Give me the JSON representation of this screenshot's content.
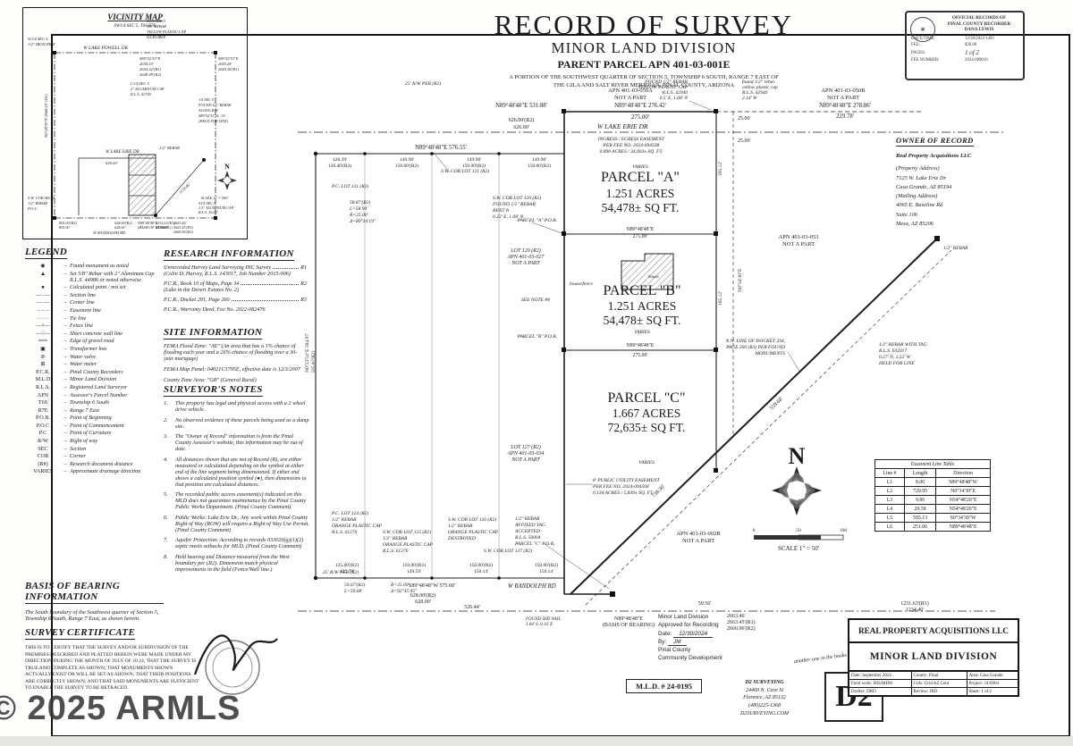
{
  "watermark": "© 2025 ARMLS",
  "title_block": {
    "line1": "RECORD OF SURVEY",
    "line2": "MINOR LAND DIVISION",
    "line3": "PARENT PARCEL APN 401-03-001E",
    "line4": "A PORTION OF THE SOUTHWEST QUARTER OF SECTION 5, TOWNSHIP 6 SOUTH, RANGE 7 EAST OF",
    "line5": "THE GILA AND SALT RIVER MERIDIAN, PINAL COUNTY, ARIZONA"
  },
  "recorder_stamp": {
    "line1": "OFFICIAL RECORDS OF",
    "line2": "PINAL COUNTY RECORDER",
    "line3": "DANA LEWIS",
    "rows": [
      {
        "label": "DATE/TIME:",
        "value": "12/30/2024 1403"
      },
      {
        "label": "FEE:",
        "value": "$30.00"
      },
      {
        "label": "PAGES:",
        "value": "1 of 2"
      },
      {
        "label": "FEE NUMBER:",
        "value": "2024-089016"
      }
    ]
  },
  "vicinity": {
    "title": "VICINITY MAP",
    "subtitle": "SW1/4 SEC 5, T6S R7E",
    "road_top": "W LAKE POWELL DR",
    "road_mid": "W LAKE ERIE DR",
    "road_bottom": "W RANDOLPH RD",
    "corner_nw": [
      "W1/4 SEC 5",
      "1/2\" IRON PIPE"
    ],
    "corner_n": [
      "N1/4 SEC 5",
      "5/8\" REBAR",
      "YELLOW PLASTIC CAP",
      "ILLEGIBLE"
    ],
    "corner_c": [
      "C1/4 SEC 5",
      "2\" ALUMINUM CAP",
      "R.L.S. 41758"
    ],
    "corner_e": [
      "1/4 SEC 5",
      "FOUND 1/2\" REBAR",
      "ALONG R/W",
      "S89°52'53\"W, .15'",
      "(HELD FOR LINE)"
    ],
    "corner_sw": [
      "S.W. COR SEC 5",
      "1/2\" REBAR",
      "P.O.C."
    ],
    "corner_s": [
      "S1/4 SEC 5",
      "1.5\" ALUMINUM CAP",
      "R.L.S. 16257"
    ],
    "rebar": "1/2\" REBAR",
    "dim_tl": [
      "S89°52'53\"E",
      "2654.53'",
      "2654.52'(R1)",
      "2649.49'(R2)"
    ],
    "dim_tr": [
      "S89°52'53\"E",
      "2645.28'",
      "2645.38'(R1)"
    ],
    "dim_left": "N0°24'39\"E  2668.15' (R1)",
    "dim_626": "626.00'",
    "dim_805": [
      "805.00'(R2)",
      "805.00'"
    ],
    "dim_628": [
      "628.00'(R2)",
      "628.00'"
    ],
    "dim_basis": [
      "N89°48'48\"E",
      "(BASIS OF BEARING)"
    ],
    "dim_2663": [
      "2663.46'",
      "2663.45'(R1)",
      "2660.96'(R2)"
    ],
    "dim_1231": [
      "1231.63'(R1)",
      "1234.46'"
    ],
    "dim_diag": "1178.06'",
    "north": "N",
    "scale": "SCALE 1\" = 500'"
  },
  "legend": {
    "title": "LEGEND",
    "items": [
      [
        "◉",
        "Found monument as noted"
      ],
      [
        "▲",
        "Set 5/8\" Rebar with 2\" Aluminum Cap R.L.S. 44986 or noted otherwise"
      ],
      [
        "●",
        "Calculated point / not set"
      ],
      [
        "—··—",
        "Section line"
      ],
      [
        "—·—",
        "Center line"
      ],
      [
        "– – –",
        "Easement line"
      ],
      [
        "·······",
        "Tie line"
      ],
      [
        "—×—",
        "Fence line"
      ],
      [
        "—○—",
        "Short concrete wall line"
      ],
      [
        "≈≈≈",
        "Edge of gravel road"
      ],
      [
        "▣",
        "Transformer box"
      ],
      [
        "⊘",
        "Water valve"
      ],
      [
        "⊞",
        "Water meter"
      ],
      [
        "P.C.R.",
        "Pinal County Recorders"
      ],
      [
        "M.L.D",
        "Minor Land Division"
      ],
      [
        "R.L.S.",
        "Registered Land Surveyor"
      ],
      [
        "APN",
        "Assessor's Parcel Number"
      ],
      [
        "T6S",
        "Township 6 South"
      ],
      [
        "R7E",
        "Range 7 East"
      ],
      [
        "P.O.B.",
        "Point of Beginning"
      ],
      [
        "P.O.C",
        "Point of Commencement"
      ],
      [
        "P.C",
        "Point of Curvature"
      ],
      [
        "R/W",
        "Right of way"
      ],
      [
        "SEC",
        "Section"
      ],
      [
        "COR",
        "Corner"
      ],
      [
        "(R#)",
        "Research document distance"
      ],
      [
        "VARIES",
        "Approximate drainage direction"
      ]
    ]
  },
  "research": {
    "title": "RESEARCH INFORMATION",
    "items": [
      {
        "text": "Unrecorded Harvey Land Surveying INC Survey",
        "ref": "R1",
        "sub": "(Colin D. Harvey, R.L.S. 143017, Job Number 2015-006)"
      },
      {
        "text": "P.C.R., Book 10 of Maps, Page 34",
        "ref": "R2",
        "sub": "(Lake in the Desert Estates No. 2)"
      },
      {
        "text": "P.C.R., Docket 291, Page 260",
        "ref": "R3",
        "sub": ""
      },
      {
        "text": "P.C.R., Warranty Deed, Fee No. 2022-082476",
        "ref": "",
        "sub": ""
      }
    ]
  },
  "site": {
    "title": "SITE INFORMATION",
    "lines": [
      "FEMA Flood Zone: \"AE\" (An area that has a 1% chance of flooding each year and a 26% chance of flooding over a 30-year mortgage)",
      "FEMA Map Panel: 04021C1795E, effective date is 12/3/2007",
      "County Zone Area: \"GR\" (General Rural)"
    ]
  },
  "notes": {
    "title": "SURVEYOR'S NOTES",
    "items": [
      {
        "n": "1.",
        "t": "This property has legal and physical access with a 2 wheel drive vehicle."
      },
      {
        "n": "2.",
        "t": "No observed evidence of these parcels being used as a dump site."
      },
      {
        "n": "3.",
        "t": "The \"Owner of Record\" information is from the Pinal County Assessor's website, this information may be out of date."
      },
      {
        "n": "4.",
        "t": "All distances shown that are not of Record (R), are either measured or calculated depending on the symbol at either end of the line segment being dimensioned. If either end shows a calculated position symbol (●), then dimensions to that position are calculated distances."
      },
      {
        "n": "5.",
        "t": "The recorded public access easement(s) indicated on this MLD does not guarantee maintenance by the Pinal County Public Works Department. (Pinal County Comment)"
      },
      {
        "n": "6.",
        "t": "Public Works: Lake Erie Dr., Any work within Pinal County Right of Way (ROW) will require a Right of Way Use Permit. (Pinal County Comment)"
      },
      {
        "n": "7.",
        "t": "Aquifer Protection: According to records 033020(g)(1)(2) septic meets setbacks for MLD. (Pinal County Comment)"
      },
      {
        "n": "8.",
        "t": "Held bearing and Distance measured from the West boundary per (R2). Dimension match physical improvements in the field (Fence/Wall line.)"
      }
    ]
  },
  "basis": {
    "title": "BASIS OF BEARING INFORMATION",
    "text": "The South boundary of the Southwest quarter of Section 5, Township 6 South, Range 7 East, as shown herein."
  },
  "certificate": {
    "title": "SURVEY CERTIFICATE",
    "text": "THIS IS TO CERTIFY THAT THE SURVEY AND/OR SUBDIVISION OF THE PREMISES DESCRIBED AND PLATTED HEREIN WERE MADE UNDER MY DIRECTION DURING THE MONTH OF JULY OF 20 24, THAT THE SURVEY IS TRUE AND COMPLETE AS SHOWN; THAT MONUMENTS SHOWN ACTUALLY EXIST OR WILL BE SET AS SHOWN; THAT THEIR POSITIONS ARE CORRECTLY SHOWN; AND THAT SAID MONUMENTS ARE SUFFICIENT TO ENABLE THE SURVEY TO BE RETRACED."
  },
  "owner": {
    "title": "OWNER OF RECORD",
    "lines": [
      "Real Property Acquisitions LLC",
      "(Property Address)",
      "7125 W. Lake Erie Dr",
      "Casa Grande, AZ 85194",
      "(Mailing Address)",
      "4065 E. Baseline Rd",
      "Suite 106",
      "Mesa, AZ 85206"
    ]
  },
  "easement_table": {
    "title": "Easement Line Table",
    "headers": [
      "Line #",
      "Length",
      "Direction"
    ],
    "rows": [
      [
        "L1",
        "8.00",
        "S89°48'48\"W"
      ],
      [
        "L2",
        "729.95",
        "N0°34'30\"E"
      ],
      [
        "L3",
        "9.86",
        "N54°48'20\"E"
      ],
      [
        "L4",
        "29.58",
        "N54°48'20\"E"
      ],
      [
        "L5",
        "595.13",
        "S0°34'30\"W"
      ],
      [
        "L6",
        "251.06",
        "N89°48'48\"E"
      ]
    ]
  },
  "compass": {
    "north": "N",
    "ticks": [
      "0",
      "50",
      "100"
    ],
    "scale": "SCALE 1\" = 50'"
  },
  "footer": {
    "approval": {
      "l1": "Minor Land Division",
      "l2": "Approved for Recording",
      "date_label": "Date:",
      "date": "12/30/2024",
      "by_label": "By:",
      "by": "JM",
      "l3": "Pinal County",
      "l4": "Community Development"
    },
    "d2": {
      "tag": "another one in the books by",
      "logo": "D2",
      "name": "D2 SURVEYING",
      "addr1": "24460 N. Cave St",
      "addr2": "Florence, AZ 85132",
      "phone": "(480)225-1368",
      "web": "D2SURVEYING.COM"
    },
    "mld_number": "M.L.D. # 24-0195",
    "titleblock": {
      "company": "REAL PROPERTY ACQUISITIONS LLC",
      "project": "MINOR LAND DIVISION",
      "fields": [
        [
          "Date: September 2024",
          "County: Pinal",
          "Area: Casa Grande"
        ],
        [
          "Field work: HJS/MDH",
          "Crds: Grid AZ Cent",
          "Project: 24-0964"
        ],
        [
          "Drafter: DRD",
          "Review: JRD",
          "Sheet: 1 of 2"
        ]
      ]
    }
  },
  "d": {
    "lake_erie": "W  LAKE ERIE DR",
    "randolph": "W  RANDOLPH RD",
    "pa1": "PARCEL \"A\"",
    "pa2": "1.251 ACRES",
    "pa3": "54,478± SQ FT.",
    "pb1": "PARCEL \"B\"",
    "pb2": "1.251 ACRES",
    "pb3": "54,478± SQ FT.",
    "pc1": "PARCEL \"C\"",
    "pc2": "1.667 ACRES",
    "pc3": "72,635± SQ FT.",
    "apn050a1": "APN 401-03-050A",
    "apn050b1": "APN 401-03-050B",
    "apn0531": "APN 401-03-053",
    "apn002b1": "APN 401-03-002B",
    "notapart": "NOT A PART",
    "lot120a": "LOT 120 (R2)",
    "lot120b": "APN 401-03-027",
    "lot127a": "LOT 127 (R2)",
    "lot127b": "APN 401-03-034",
    "ingress1": "INGRESS / EGRESS EASEMENT",
    "ingress2": "PER FEE NO. 2024-094508",
    "ingress3": "0.890 ACRES / 34,003± SQ. FT.",
    "pue1": "8' PUBLIC UTILITY EASEMENT",
    "pue2": "PER FEE NO. 2024-094508",
    "pue3": "0.134 ACRES / 5,839± SQ. FT.",
    "nwline1": "N.W. LINE OF DOCKET 294,",
    "nwline2": "PAGE 260 (R3) PER FOUND",
    "nwline3": "MONUMENTS",
    "note8": "SEE NOTE #8",
    "rw25": "25' R/W PER (R2)",
    "dim531": "N89°48'48\"E   531.88'",
    "dim626a": "626.00'(R2)",
    "dim626b": "626.00'",
    "dim276": "N89°48'48\"E   276.42'",
    "dim275": "275.00'",
    "dim278": "N89°48'48\"E   278.86'",
    "dim229": "229.78'",
    "dim576": "N89°48'48\"E   576.55'",
    "dim2500": "25.00'",
    "brg8948": "N89°48'48\"E",
    "dim575": "S89°48'48\"W   575.68'",
    "dim628a": "628.00'(R2)",
    "dim628b": "628.00'",
    "dim526": "526.44'",
    "dim5956": "59.56'",
    "basis2": "(BASIS OF BEARING)",
    "dim2663a": "2663.46'",
    "dim2663b": "2663.45'(R1)",
    "dim2663c": "2660.96'(R2)",
    "dim1231a": "1231.63'(R1)",
    "dim1231b": "1234.46'",
    "dim559": "559.68'",
    "dim738": "738.30'",
    "curve1a": "58.87'(R2)",
    "curve1b": "L=58.94'",
    "curve1c": "R=25.00'",
    "curve1d": "Δ=89°14'19\"",
    "curve2a": "59.67'(R2)",
    "curve2b": "L=59.68'",
    "curve2c": "R=25.00'",
    "curve2d": "Δ=92°45'45\"",
    "mon_top1": "FOUND 1/2\" REBAR",
    "mon_top2": "YELLOW PLASTIC CAP",
    "mon_top3": "R.L.S. 42940",
    "mon_top4": "0.5' E, 1.68' N",
    "mon2_1": "found 1/2\" rebar",
    "mon2_2": "yellow plastic cap",
    "mon2_3": "R.L.S. 42940",
    "mon2_4": "2.14' W",
    "pob_a": "PARCEL \"A\" P.O.B.",
    "pob_b": "PARCEL \"B\" P.O.B.",
    "mon_c1": "1/2\" REBAR",
    "mon_c2": "AFFIXED TAG",
    "mon_c3": "ACCEPTED",
    "mon_c4": "R.L.S. 50004",
    "mon_c5": "PARCEL \"C\" P.O.B.",
    "mon_ne": "1/2\" REBAR",
    "mon_tag1": "1/2\" REBAR WITH TAG",
    "mon_tag2": "R.L.S. 932017",
    "mon_tag3": "0.27' N, 1.52' W",
    "mon_tag4": "HELD FOR LINE",
    "sw121": "S.W. COR LOT 121 (R2)",
    "sw120_1": "S.W. COR LOT 120 (R2)",
    "sw120_2": "FOUND 1/2\" REBAR",
    "sw120_3": "BENT N",
    "sw120_4": "0.22' E, 1.08' N",
    "pc121": "P.C. LOT 121 (R2)",
    "pc124_1": "P.C. LOT 124 (R2)",
    "pc124_2": "1/2\" REBAR",
    "pc124_3": "ORANGE PLASTIC CAP",
    "pc124_4": "R.L.S. 61270",
    "sw125_1": "S.W. COR LOT 125 (R2)",
    "sw125_2": "1/2\" REBAR",
    "sw125_3": "ORANGE PLASTIC CAP",
    "sw125_4": "R.L.S. 61270",
    "sw126_1": "S.W. COR LOT 126 (R2)",
    "sw126_2": "1/2\" REBAR",
    "sw126_3": "ORANGE PLASTIC CAP",
    "sw126_4": "DESTROYED",
    "sw127": "S.W. COR LOT 127 (R2)",
    "dim126a": "126.39'",
    "dim126b": "126.40'(R2)",
    "dim149a": "149.98'",
    "dim150r2": "150.00'(R2)",
    "dim125a": "125.60'(R2)",
    "dim125b": "125.79'",
    "dim14959": "149.59'",
    "dim15014": "150.14'",
    "mon_nail1": "FOUND 60D NAIL",
    "mon_nail2": "1.04' S, 0.16' E",
    "house": "house",
    "housefence": "house/fence",
    "varies": "VARIES",
    "wb1": "N0°23'54\"E  504.97'",
    "wb2": "505.00'(R2)",
    "eb1": "N0°34'30\"E",
    "dim16512": "165.12'"
  }
}
